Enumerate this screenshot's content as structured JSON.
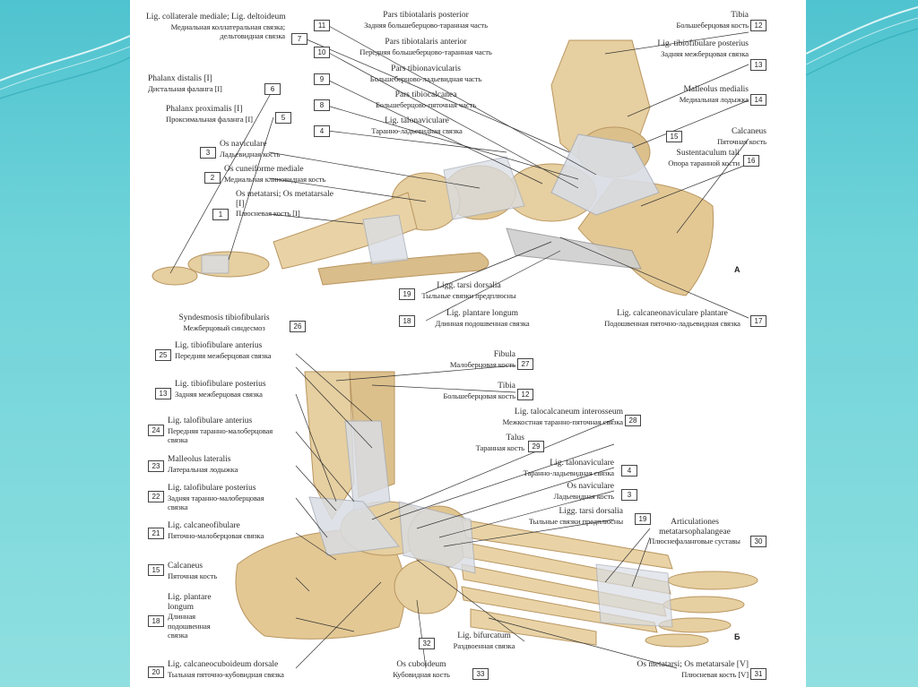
{
  "colors": {
    "background_teal": "#4fc3cf",
    "panel": "#ffffff",
    "bone": "#e6cfa0",
    "bone_shadow": "#c9a774",
    "ligament": "#d9dde4",
    "line": "#333333"
  },
  "figure_a": {
    "letter": "А",
    "labels": [
      {
        "num": "7",
        "lat": "Lig. collaterale mediale; Lig. deltoideum",
        "ru": "Медиальная коллатеральная связка; дельтовидная связка"
      },
      {
        "num": "6",
        "lat": "Phalanx distalis [I]",
        "ru": "Дистальная фаланга [I]"
      },
      {
        "num": "5",
        "lat": "Phalanx proximalis [I]",
        "ru": "Проксимальная фаланга [I]"
      },
      {
        "num": "3",
        "lat": "Os naviculare",
        "ru": "Ладьевидная кость"
      },
      {
        "num": "2",
        "lat": "Os cuneiforme mediale",
        "ru": "Медиальная клиновидная кость"
      },
      {
        "num": "1",
        "lat": "Os metatarsi; Os metatarsale [I]",
        "ru": "Плюсневая кость [I]"
      },
      {
        "num": "11",
        "lat": "Pars tibiotalaris posterior",
        "ru": "Задняя большеберцово-таранная часть"
      },
      {
        "num": "10",
        "lat": "Pars tibiotalaris anterior",
        "ru": "Передняя большеберцово-таранная часть"
      },
      {
        "num": "9",
        "lat": "Pars tibionavicularis",
        "ru": "Большеберцово-ладьевидная часть"
      },
      {
        "num": "8",
        "lat": "Pars tibiocalcanea",
        "ru": "Большеберцово-пяточная часть"
      },
      {
        "num": "4",
        "lat": "Lig. talonaviculare",
        "ru": "Таранно-ладьевидная связка"
      },
      {
        "num": "12",
        "lat": "Tibia",
        "ru": "Большеберцовая кость"
      },
      {
        "num": "13",
        "lat": "Lig. tibiofibulare posterius",
        "ru": "Задняя межберцовая связка"
      },
      {
        "num": "14",
        "lat": "Malleolus medialis",
        "ru": "Медиальная лодыжка"
      },
      {
        "num": "15",
        "lat": "Calcaneus",
        "ru": "Пяточная кость"
      },
      {
        "num": "16",
        "lat": "Sustentaculum tali",
        "ru": "Опора таранной кости"
      },
      {
        "num": "19",
        "lat": "Ligg. tarsi dorsalia",
        "ru": "Тыльные связки предплюсны"
      },
      {
        "num": "18",
        "lat": "Lig. plantare longum",
        "ru": "Длинная подошвенная связка"
      },
      {
        "num": "17",
        "lat": "Lig. calcaneonaviculare plantare",
        "ru": "Подошвенная пяточно-ладьевидная связка"
      }
    ]
  },
  "figure_b": {
    "letter": "Б",
    "labels": [
      {
        "num": "26",
        "lat": "Syndesmosis tibiofibularis",
        "ru": "Межберцовый синдесмоз"
      },
      {
        "num": "25",
        "lat": "Lig. tibiofibulare anterius",
        "ru": "Передняя межберцовая связка"
      },
      {
        "num": "13",
        "lat": "Lig. tibiofibulare posterius",
        "ru": "Задняя межберцовая связка"
      },
      {
        "num": "24",
        "lat": "Lig. talofibulare anterius",
        "ru": "Передняя таранно-малоберцовая связка"
      },
      {
        "num": "23",
        "lat": "Malleolus lateralis",
        "ru": "Латеральная лодыжка"
      },
      {
        "num": "22",
        "lat": "Lig. talofibulare posterius",
        "ru": "Задняя таранно-малоберцовая связка"
      },
      {
        "num": "21",
        "lat": "Lig. calcaneofibulare",
        "ru": "Пяточно-малоберцовая связка"
      },
      {
        "num": "15",
        "lat": "Calcaneus",
        "ru": "Пяточная кость"
      },
      {
        "num": "18",
        "lat": "Lig. plantare longum",
        "ru": "Длинная подошвенная связка"
      },
      {
        "num": "20",
        "lat": "Lig. calcaneocuboideum dorsale",
        "ru": "Тыльная пяточно-кубовидная связка"
      },
      {
        "num": "27",
        "lat": "Fibula",
        "ru": "Малоберцовая кость"
      },
      {
        "num": "12",
        "lat": "Tibia",
        "ru": "Большеберцовая кость"
      },
      {
        "num": "28",
        "lat": "Lig. talocalcaneum interosseum",
        "ru": "Межкостная таранно-пяточная связка"
      },
      {
        "num": "29",
        "lat": "Talus",
        "ru": "Таранная кость"
      },
      {
        "num": "4",
        "lat": "Lig. talonaviculare",
        "ru": "Таранно-ладьевидная связка"
      },
      {
        "num": "3",
        "lat": "Os naviculare",
        "ru": "Ладьевидная кость"
      },
      {
        "num": "19",
        "lat": "Ligg. tarsi dorsalia",
        "ru": "Тыльные связки предплюсны"
      },
      {
        "num": "30",
        "lat": "Articulationes metatarsophalangeae",
        "ru": "Плюснефаланговые суставы"
      },
      {
        "num": "32",
        "lat": "Lig. bifurcatum",
        "ru": "Раздвоенная связка"
      },
      {
        "num": "33",
        "lat": "Os cuboideum",
        "ru": "Кубовидная кость"
      },
      {
        "num": "31",
        "lat": "Os metatarsi; Os metatarsale [V]",
        "ru": "Плюсневая кость [V]"
      }
    ]
  }
}
